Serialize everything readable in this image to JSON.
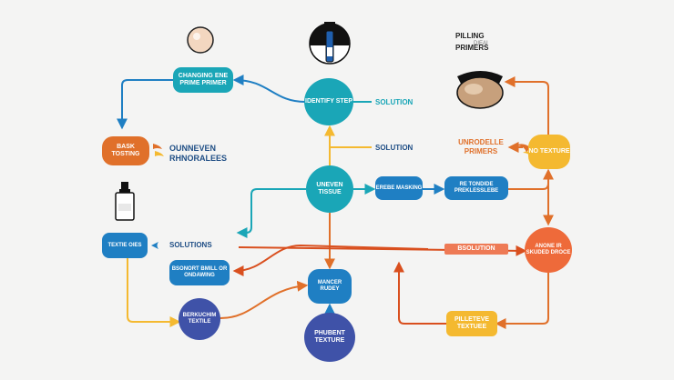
{
  "colors": {
    "teal": "#1aa6b7",
    "blue": "#1f7fc3",
    "orange": "#e0702a",
    "red_orange": "#ee6a3a",
    "yellow": "#f4b930",
    "indigo": "#3f52a8",
    "background": "#f4f4f3"
  },
  "icons": [
    "round-compact-icon",
    "serum-bottle-icon",
    "primer-jar-icon",
    "dropper-bottle-icon",
    "swirl-arrow-icon"
  ],
  "nodes": {
    "top_left_box": "CHANGING ENE PRIME PRIMER",
    "identify_step": "IDENTIFY STEP",
    "solution_top": "SOLUTION",
    "solution_mid": "SOLUTION",
    "pilling_primers": "PILLING PRIMERS",
    "pilling_sub": "DIEAI",
    "mask_testing": "BASK TOSTING",
    "uneven_text": "OUNNEVEN RHNORALEES",
    "unrodelle_primers": "UNRODELLE PRIMERS",
    "no_texture": "NO TEXTURE",
    "uneven_tissue": "UNEVEN TISSUE",
    "erebe_masking": "EREBE MASKING",
    "re_tondide": "RE TONDIDE PREKLESSLEBE",
    "texture_oies": "TEXTIE OIES",
    "solutions_label": "SOLUTIONS",
    "bsolution": "BSOLUTION",
    "anone_circle": "ANONE IR SKUDED DROCE",
    "bonort_box": "BSONORT BMILL OR ONDAWING",
    "mancer": "MANCER RUDEY",
    "berkuchim": "BERKUCHIM TEXTILE",
    "pilubent": "PHUBENT TEXTURE",
    "pilletive": "PILLETEVE TEXTUEE"
  }
}
